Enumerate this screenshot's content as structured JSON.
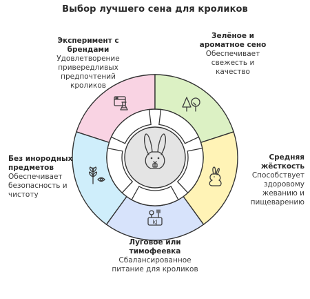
{
  "title": "Выбор лучшего сена для кроликов",
  "segments": [
    {
      "name": "Эксперимент с брендами",
      "description": "Удовлетворение привередливых предпочтений кроликов",
      "icon": "flask-browser-icon",
      "color": "#f9d3e3"
    },
    {
      "name": "Зелёное и ароматное сено",
      "description": "Обеспечивает свежесть и качество",
      "icon": "trees-icon",
      "color": "#dcf1c4"
    },
    {
      "name": "Средняя жёсткость",
      "description": "Способствует здоровому жеванию и пищеварению",
      "icon": "rabbit-icon",
      "color": "#fff3b6"
    },
    {
      "name": "Луговое или тимофеевка",
      "description": "Сбалансированное питание для кроликов",
      "icon": "scale-kj-icon",
      "color": "#d7e3fb"
    },
    {
      "name": "Без инородных предметов",
      "description": "Обеспечивает безопасность и чистоту",
      "icon": "plant-eye-icon",
      "color": "#cfeefb"
    }
  ],
  "center_icon": "rabbit-head-icon",
  "ring_color": "#e4e4e4",
  "stroke_color": "#333333"
}
